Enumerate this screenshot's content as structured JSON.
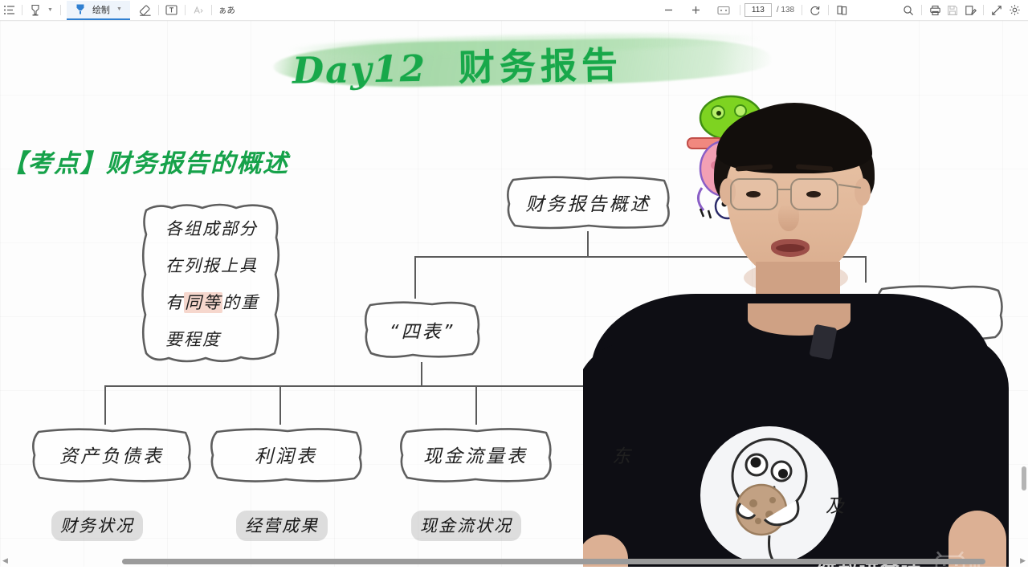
{
  "toolbar": {
    "outline_icon": "outline-list-icon",
    "highlighter_icon": "highlighter-pen-icon",
    "pen_icon": "pen-icon",
    "draw_label": "绘制",
    "eraser_icon": "eraser-icon",
    "textbox_icon": "text-box-icon",
    "shape_icon": "shape-icon",
    "text_size_label": "ぁあ",
    "zoom_out_label": "−",
    "zoom_in_label": "+",
    "fit_page_icon": "fit-page-icon",
    "page_current": "113",
    "page_total": "/ 138",
    "rotate_icon": "rotate-icon",
    "two_page_icon": "two-page-view-icon",
    "search_icon": "search-icon",
    "print_icon": "print-icon",
    "save_icon": "save-icon",
    "annotate_icon": "annotate-icon",
    "fullscreen_icon": "fullscreen-icon",
    "settings_icon": "gear-icon"
  },
  "slide": {
    "title_en": "Day12",
    "title_zh": "财务报告",
    "section_heading": "【考点】财务报告的概述",
    "note": {
      "line1": "各组成部分",
      "line2": "在列报上具",
      "line3_a": "有",
      "line3_hl": "同等",
      "line3_b": "的重",
      "line4": "要程度"
    },
    "nodes": {
      "root": "财务报告概述",
      "sibiao": "“四表”",
      "right_partial": "",
      "balance_sheet": "资产负债表",
      "income_statement": "利润表",
      "cashflow_statement": "现金流量表",
      "equity_statement": "东",
      "notes_partial": "及"
    },
    "captions": {
      "cap1": "财务状况",
      "cap2": "经营成果",
      "cap3": "现金流状况"
    },
    "watermark": "饼叔讲会计",
    "bilibili": "bilibili"
  },
  "colors": {
    "title_green": "#18a84a",
    "brush_green": "#8ece91",
    "pink_highlight": "#f0beaf",
    "gray_highlight": "#969696",
    "accent_blue": "#2f7fd1",
    "box_stroke": "#5b5b5b"
  }
}
